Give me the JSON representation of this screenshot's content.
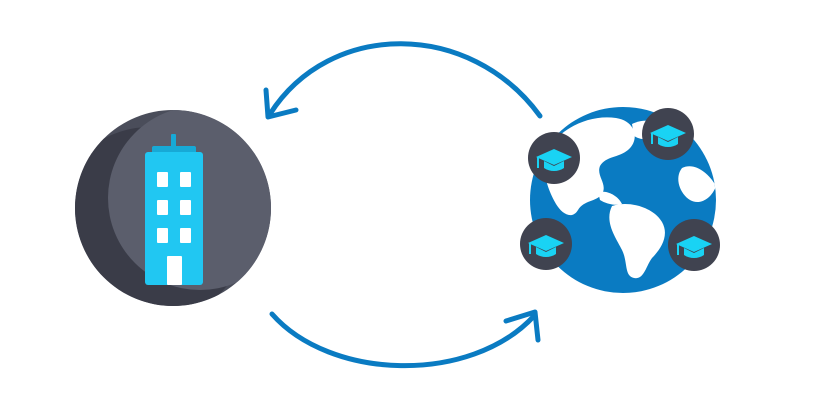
{
  "diagram": {
    "nodes": [
      {
        "id": "building",
        "icon": "office-building-icon"
      },
      {
        "id": "globe",
        "icon": "globe-icon"
      }
    ],
    "satellites": [
      {
        "icon": "graduation-cap-icon"
      },
      {
        "icon": "graduation-cap-icon"
      },
      {
        "icon": "graduation-cap-icon"
      },
      {
        "icon": "graduation-cap-icon"
      }
    ],
    "edges": [
      {
        "from": "globe",
        "to": "building",
        "direction": "top"
      },
      {
        "from": "building",
        "to": "globe",
        "direction": "bottom"
      }
    ]
  },
  "colors": {
    "arrow": "#0a7bc2",
    "building_circle": "#4a4d5a",
    "building_circle_shade": "#3a3c48",
    "building_circle_light": "#5b5e6c",
    "building_body": "#21c7f2",
    "building_body_dark": "#17a9d6",
    "window": "#ffffff",
    "globe_ocean": "#0a7bc2",
    "globe_land": "#ffffff",
    "cap_badge": "#404350",
    "cap": "#19d3f4"
  }
}
